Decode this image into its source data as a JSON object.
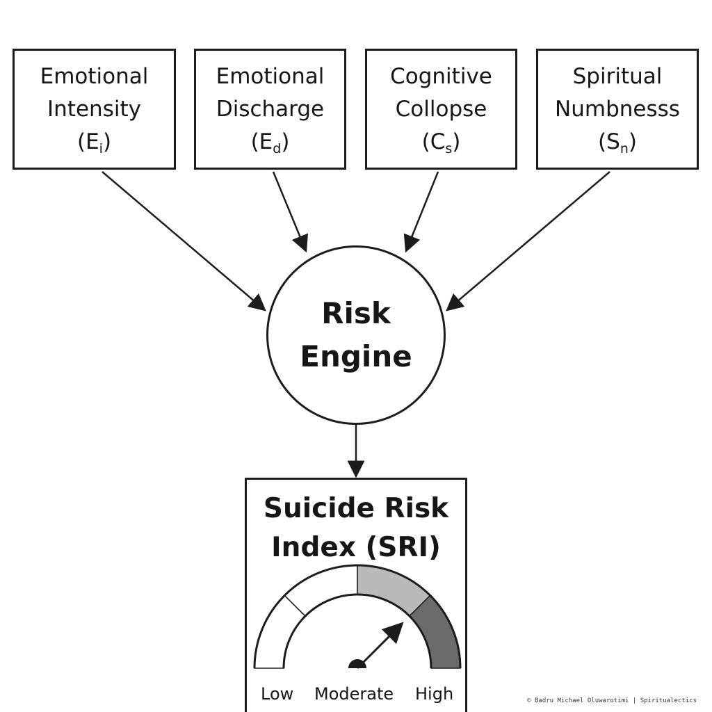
{
  "inputs": [
    {
      "line1": "Emotional",
      "line2": "Intensity",
      "symbol": "E",
      "subscript": "i"
    },
    {
      "line1": "Emotional",
      "line2": "Discharge",
      "symbol": "E",
      "subscript": "d"
    },
    {
      "line1": "Cognitive",
      "line2": "Collopse",
      "symbol": "C",
      "subscript": "s"
    },
    {
      "line1": "Spiritual",
      "line2": "Numbnesss",
      "symbol": "S",
      "subscript": "n"
    }
  ],
  "engine": {
    "line1": "Risk",
    "line2": "Engine"
  },
  "output": {
    "title_line1": "Suicide Risk",
    "title_line2": "Index (SRI)",
    "gauge": {
      "labels": {
        "low": "Low",
        "moderate": "Moderate",
        "high": "High"
      },
      "segment_colors": [
        "#ffffff",
        "#ffffff",
        "#b9b9b9",
        "#6b6b6b"
      ],
      "needle_value": 0.75
    }
  },
  "watermark": "© Badru Michael Oluwarotimi | Spiritualectics"
}
